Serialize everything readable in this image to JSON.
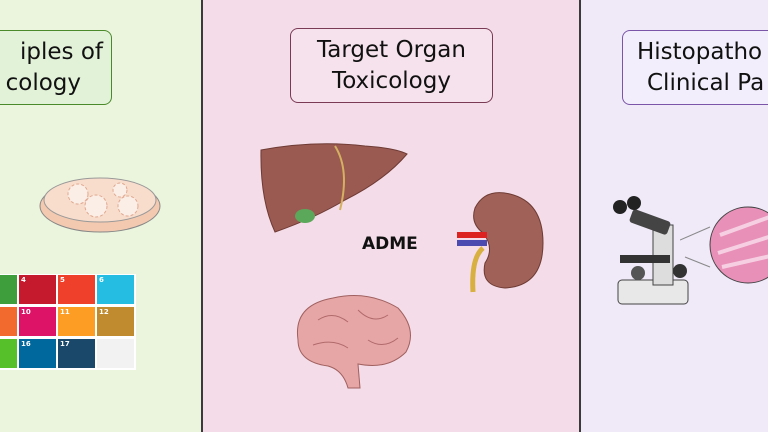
{
  "panels": [
    {
      "title_line1": "iples of",
      "title_line2": "cology"
    },
    {
      "title_line1": "Target Organ",
      "title_line2": "Toxicology",
      "center_label": "ADME"
    },
    {
      "title_line1": "Histopatho",
      "title_line2": "Clinical Pa"
    }
  ],
  "sdg_tiles": [
    {
      "num": "",
      "color": "#3f9e3c"
    },
    {
      "num": "4",
      "color": "#c5192d"
    },
    {
      "num": "5",
      "color": "#ef402c"
    },
    {
      "num": "6",
      "color": "#26bde2"
    },
    {
      "num": "",
      "color": "#f26a2d"
    },
    {
      "num": "10",
      "color": "#dd1367"
    },
    {
      "num": "11",
      "color": "#fd9d24"
    },
    {
      "num": "12",
      "color": "#c08b2f"
    },
    {
      "num": "",
      "color": "#56c02b"
    },
    {
      "num": "16",
      "color": "#00689d"
    },
    {
      "num": "17",
      "color": "#19486a"
    },
    {
      "num": "",
      "color": "#f2f2f2"
    }
  ],
  "colors": {
    "panel1": "#ebf5dd",
    "panel2": "#f4dde8",
    "panel3": "#efe9f8"
  }
}
